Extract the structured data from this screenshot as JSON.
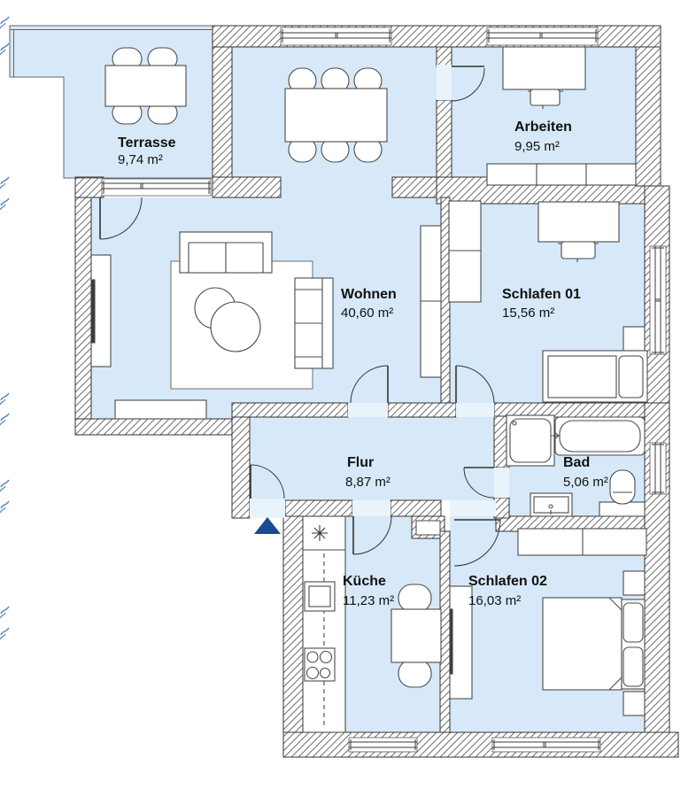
{
  "floorplan": {
    "rooms": [
      {
        "name": "Terrasse",
        "area": "9,74 m²"
      },
      {
        "name": "Wohnen",
        "area": "40,60 m²"
      },
      {
        "name": "Arbeiten",
        "area": "9,95 m²"
      },
      {
        "name": "Schlafen 01",
        "area": "15,56 m²"
      },
      {
        "name": "Flur",
        "area": "8,87 m²"
      },
      {
        "name": "Bad",
        "area": "5,06 m²"
      },
      {
        "name": "Küche",
        "area": "11,23 m²"
      },
      {
        "name": "Schlafen 02",
        "area": "16,03 m²"
      }
    ],
    "colors": {
      "room_fill": "#d7e9f8",
      "opening_fill": "#e9f3fb",
      "wall_hatch_line": "#6f6f6f",
      "outline": "#333333",
      "entrance_marker": "#1b4a91",
      "reference_tick": "#4d7fbe"
    }
  }
}
